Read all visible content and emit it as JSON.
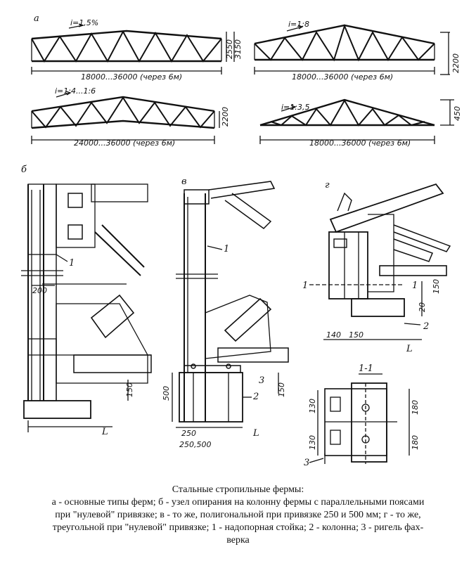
{
  "panels": {
    "a": "а",
    "b": "б",
    "v": "в",
    "g": "г"
  },
  "truss_a1": {
    "slope": "i=1,5%",
    "span": "18000...36000 (через 6м)",
    "h1": "2550",
    "h2": "3150"
  },
  "truss_a2": {
    "slope": "i=1:8",
    "span": "18000...36000 (через 6м)",
    "h": "2200"
  },
  "truss_a3": {
    "slope": "i=1:4...1:6",
    "span": "24000...36000 (через 6м)",
    "h": "2200"
  },
  "truss_a4": {
    "slope": "i=1:3,5",
    "span": "18000...36000 (через 6м)",
    "h": "450"
  },
  "detail_b": {
    "dim_200": "200",
    "dim_150": "150",
    "label_1": "1",
    "axis": "L"
  },
  "detail_v": {
    "dim_500": "500",
    "dim_250": "250",
    "dim_250_500": "250,500",
    "dim_150": "150",
    "label_1": "1",
    "label_2": "2",
    "label_3": "3",
    "axis": "L"
  },
  "detail_g": {
    "dim_150": "150",
    "dim_20": "20",
    "dim_140": "140",
    "dim_150b": "150",
    "label_2": "2",
    "section_mark": "1",
    "axis": "L"
  },
  "section_11": {
    "title": "1-1",
    "d130a": "130",
    "d130b": "130",
    "d180a": "180",
    "d180b": "180",
    "label_3": "3"
  },
  "caption": {
    "title": "Стальные стропильные фермы:",
    "line1": "а - основные типы ферм; б - узел опирания на колонну фермы с параллельными поясами",
    "line2": "при \"нулевой\" привязке; в - то же, полигональной при привязке 250 и 500 мм; г - то же,",
    "line3": "треугольной при \"нулевой\" привязке; 1 - надопорная стойка; 2 - колонна; 3 - ригель фах-",
    "line4": "верка"
  }
}
